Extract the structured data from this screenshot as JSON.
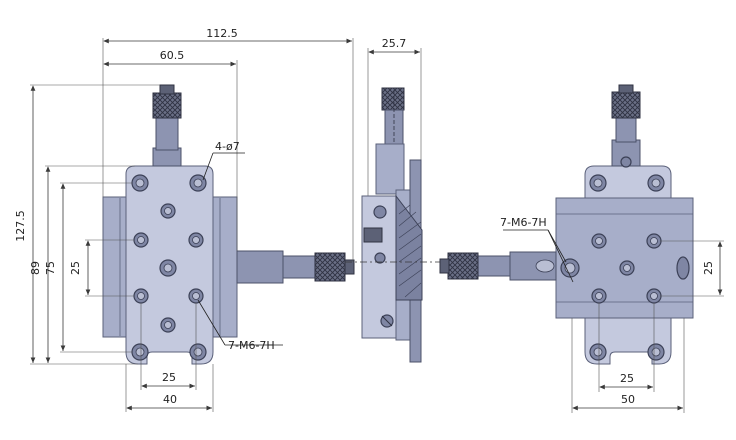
{
  "dimensions": {
    "total_width": "112.5",
    "half_width": "60.5",
    "side_thickness": "25.7",
    "total_height": "127.5",
    "height_89": "89",
    "height_75": "75",
    "pitch_25_left": "25",
    "bottom_25_left": "25",
    "bottom_40": "40",
    "right_25": "25",
    "bottom_25_right": "25",
    "bottom_50": "50"
  },
  "callouts": {
    "bore_holes": "4-ø7",
    "thread_left": "7-M6-7H",
    "thread_right": "7-M6-7H"
  },
  "colors": {
    "plate": "#a7aec9",
    "plate_dark": "#8d94b1",
    "knurl": "#5c6176",
    "line": "#3a3a3a"
  }
}
